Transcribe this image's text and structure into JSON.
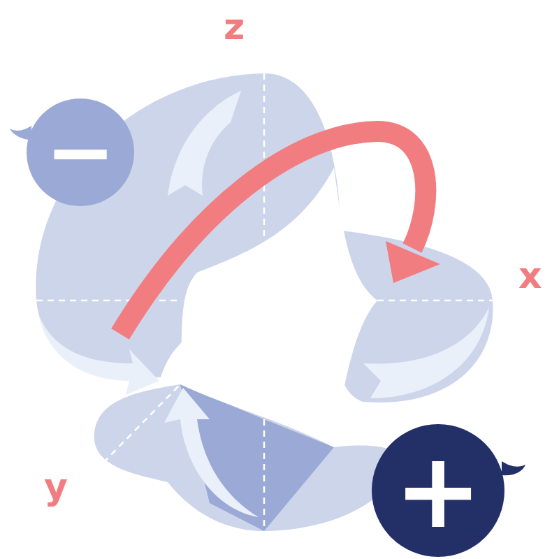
{
  "diagram": {
    "nodes": [
      {
        "text": [
          "−"
        ]
      },
      {
        "text": [
          "+"
        ]
      }
    ],
    "labels": [
      "z",
      "x",
      "y"
    ]
  }
}
